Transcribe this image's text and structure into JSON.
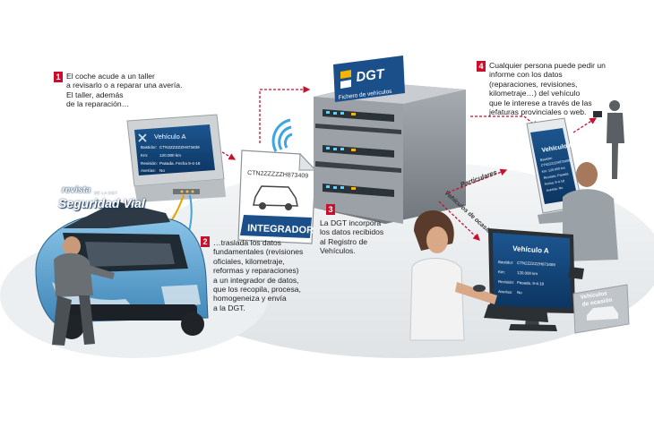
{
  "steps": [
    {
      "number": "1",
      "lines": [
        "El coche acude a un taller",
        "a revisarlo o a reparar una avería.",
        "El taller, además",
        "de la reparación…"
      ]
    },
    {
      "number": "2",
      "lines": [
        "…traslada los datos",
        "fundamentales (revisiones",
        "oficiales, kilometraje,",
        "reformas y reparaciones)",
        "a un integrador de datos,",
        "que los recopila, procesa,",
        "homogeneiza y envía",
        "a la DGT."
      ]
    },
    {
      "number": "3",
      "lines": [
        "La DGT incorpora",
        "los datos recibidos",
        "al Registro de",
        "Vehículos."
      ]
    },
    {
      "number": "4",
      "lines": [
        "Cualquier persona puede pedir un",
        "informe con los datos",
        "(reparaciones, revisiones,",
        "kilometraje…) del vehículo",
        "que le interese a través de las",
        "jefaturas provinciales o web."
      ]
    }
  ],
  "logo": {
    "line1": "revista",
    "line2": "DE LA DGT",
    "line3": "Seguridad Vial"
  },
  "workshop_screen": {
    "title": "Vehículo A",
    "rows": [
      {
        "label": "Bastidor:",
        "value": "CTN2ZZZZZH873409"
      },
      {
        "label": "Km:",
        "value": "120.000 km"
      },
      {
        "label": "Revisión:",
        "value": "Pasada. Fecha 9-4-18"
      },
      {
        "label": "Averías:",
        "value": "No"
      }
    ]
  },
  "integrador": {
    "code": "CTN2ZZZZZH873409",
    "label": "INTEGRADOR"
  },
  "dgt": {
    "logo_text": "DGT",
    "server_label": "Fichero de vehículos"
  },
  "flow_labels": {
    "particulares": "Particulares",
    "vehiculos_ocasion": "Vehículos de ocasión"
  },
  "phone_screen": {
    "title": "Vehículo A",
    "lines": [
      "Bastidor:",
      "CTN2ZZZZH873409",
      "Km: 120.000 km",
      "Revisión: Pasada",
      "Fecha: 9-4-18",
      "Averías: No"
    ]
  },
  "monitor_screen": {
    "title": "Vehículo A",
    "rows": [
      {
        "label": "Bastidor:",
        "value": "CTN2ZZZZZH873409"
      },
      {
        "label": "Km:",
        "value": "120.000 km"
      },
      {
        "label": "Revisión:",
        "value": "Pasada. 9-4-18"
      },
      {
        "label": "Averías:",
        "value": "No"
      }
    ]
  },
  "sign": {
    "line1": "Vehículos",
    "line2": "de ocasión"
  },
  "colors": {
    "accent_red": "#c8102e",
    "dgt_blue": "#1a4f8a",
    "screen_blue": "#0f3f73",
    "car_blue": "#5fa8d6",
    "server_gray": "#8a9096",
    "floor_gray": "#e9ecee",
    "wifi_blue": "#3fa5e0"
  }
}
